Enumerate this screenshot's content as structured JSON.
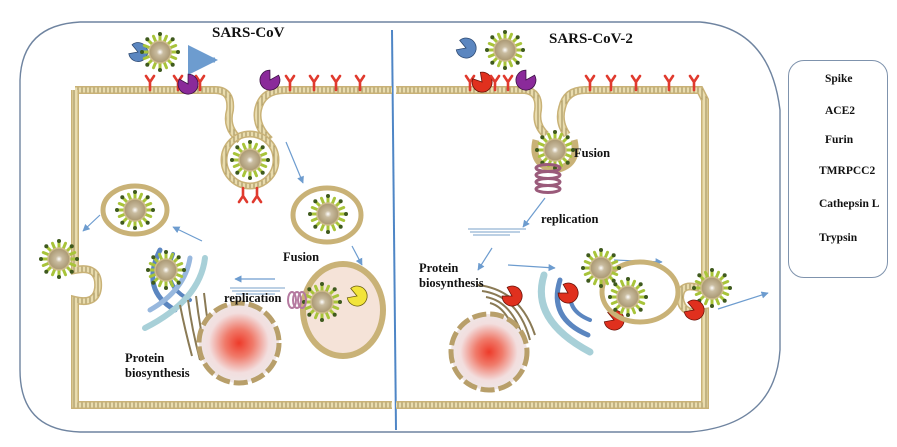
{
  "titles": {
    "left": "SARS-CoV",
    "right": "SARS-CoV-2"
  },
  "left_panel": {
    "fusion_label": "Fusion",
    "replication_label": "replication",
    "protein_label_line1": "Protein",
    "protein_label_line2": "biosynthesis"
  },
  "right_panel": {
    "fusion_label": "Fusion",
    "replication_label": "replication",
    "protein_label_line1": "Protein",
    "protein_label_line2": "biosynthesis"
  },
  "legend": {
    "items": [
      {
        "label": "Spike",
        "icon": "spike-icon",
        "color": "#a8c43a"
      },
      {
        "label": "ACE2",
        "icon": "ace2-receptor-icon",
        "color": "#e03a2e"
      },
      {
        "label": "Furin",
        "icon": "furin-icon",
        "color": "#e0301e"
      },
      {
        "label": "TMRPCC2",
        "icon": "tmprss2-icon",
        "color": "#8a2a9a"
      },
      {
        "label": "Cathepsin L",
        "icon": "cathepsin-l-icon",
        "color": "#f2e43a"
      },
      {
        "label": "Trypsin",
        "icon": "trypsin-icon",
        "color": "#5b86c0"
      }
    ]
  },
  "colors": {
    "membrane": "#c9b277",
    "membrane_dark": "#a58f52",
    "virus_spike": "#a8c43a",
    "virus_core": "#b8a88a",
    "arrow": "#6d9ccf",
    "outline": "#6f84a0",
    "nucleus": "#e8453a",
    "golgi": "#5b86c0"
  }
}
